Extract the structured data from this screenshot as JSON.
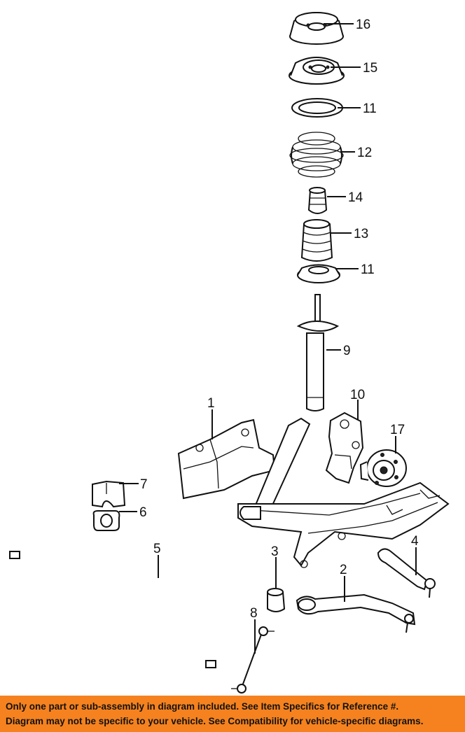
{
  "callouts": {
    "n1": "1",
    "n2": "2",
    "n3": "3",
    "n4": "4",
    "n5": "5",
    "n6": "6",
    "n7": "7",
    "n8": "8",
    "n9": "9",
    "n10": "10",
    "n11a": "11",
    "n11b": "11",
    "n12": "12",
    "n13": "13",
    "n14": "14",
    "n15": "15",
    "n16": "16",
    "n17": "17"
  },
  "banner": {
    "line1": "Only one part or sub-assembly in diagram included. See Item Specifics for Reference #.",
    "line2": "Diagram may not be specific to your vehicle. See Compatibility for vehicle-specific diagrams."
  },
  "colors": {
    "banner_bg": "#f5821f",
    "ink": "#111111"
  }
}
